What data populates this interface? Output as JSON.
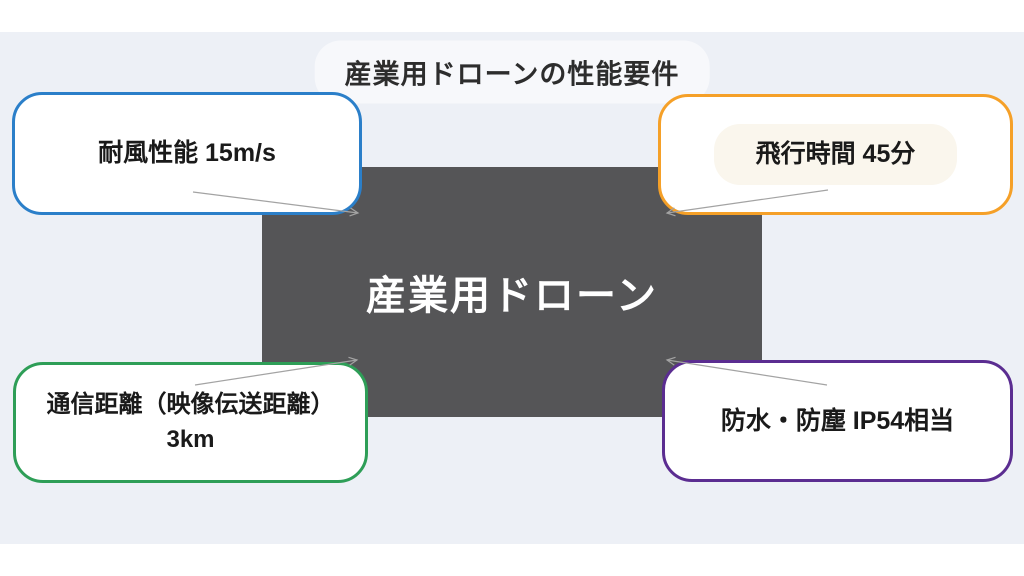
{
  "title": "産業用ドローンの性能要件",
  "center_node": {
    "label": "産業用ドローン",
    "bg_color": "#555557",
    "text_color": "#ffffff"
  },
  "callouts": [
    {
      "id": "wind-resistance",
      "label": "耐風性能 15m/s",
      "border_color": "#2b7fc9",
      "position": "top-left"
    },
    {
      "id": "flight-time",
      "label": "飛行時間 45分",
      "border_color": "#f5a028",
      "position": "top-right"
    },
    {
      "id": "communication-distance",
      "label_line1": "通信距離（映像伝送距離）",
      "label_line2": "3km",
      "border_color": "#2e9e57",
      "position": "bottom-left"
    },
    {
      "id": "water-dust-proof",
      "label": "防水・防塵 IP54相当",
      "border_color": "#5b2d91",
      "position": "bottom-right"
    }
  ],
  "colors": {
    "page_bg": "#ffffff",
    "slide_bg": "#edf0f6",
    "arrow": "#a3a3a3",
    "title_text": "#2d2d2d",
    "callout_text": "#1a1a1a"
  }
}
